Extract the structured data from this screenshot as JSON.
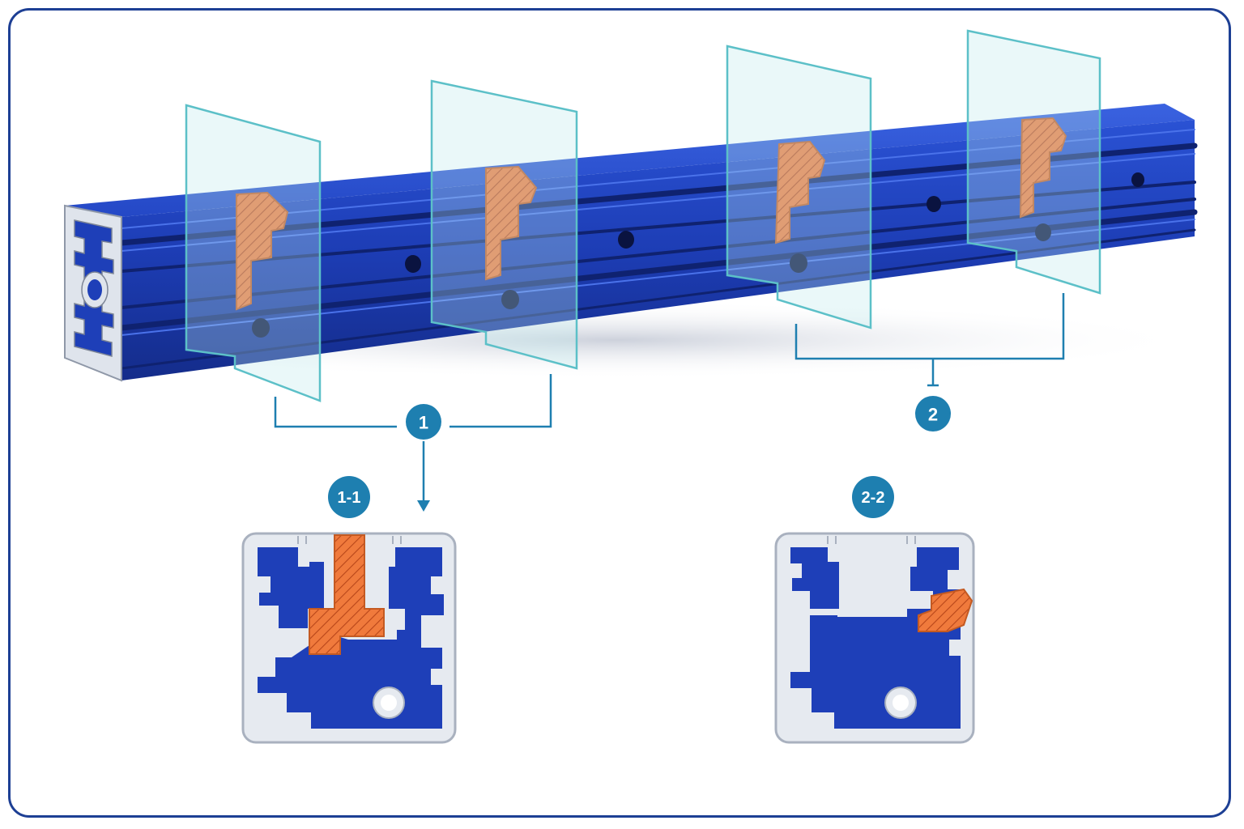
{
  "colors": {
    "frame_border": "#1d3f94",
    "profile_blue": "#1e3fb8",
    "profile_blue_dark": "#142c8a",
    "profile_blue_light": "#3a62e0",
    "aluminum": "#e4e8ef",
    "insert_orange": "#f07a3c",
    "glass_plane": "#9fd8dc",
    "callout": "#1e7fb0"
  },
  "callouts": {
    "group1": "1",
    "group2": "2",
    "section1": "1-1",
    "section2": "2-2"
  },
  "icons": {
    "callout_arrow": "arrow-down-icon"
  }
}
